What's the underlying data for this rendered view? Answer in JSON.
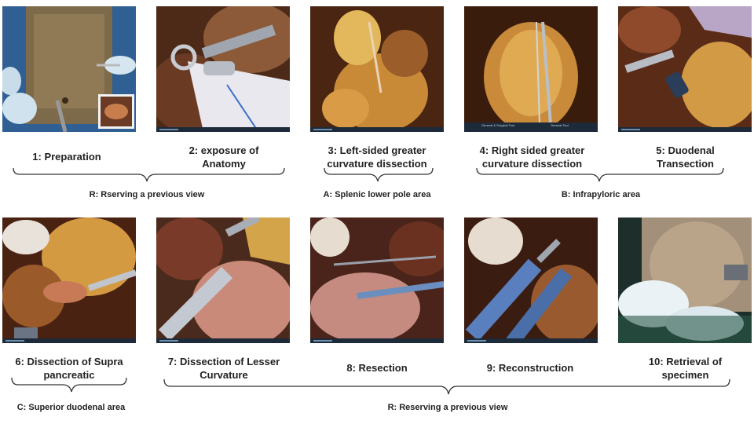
{
  "phases": [
    {
      "label": "1: Preparation"
    },
    {
      "label": "2: exposure of Anatomy"
    },
    {
      "label": "3: Left-sided greater curvature dissection"
    },
    {
      "label": "4: Right sided greater curvature dissection"
    },
    {
      "label": "5: Duodenal Transection"
    },
    {
      "label": "6: Dissection of Supra pancreatic"
    },
    {
      "label": "7: Dissection of Lesser Curvature"
    },
    {
      "label": "8: Resection"
    },
    {
      "label": "9: Reconstruction"
    },
    {
      "label": "10: Retrieval of specimen"
    }
  ],
  "groups": [
    {
      "caption": "R: Rserving a previous view"
    },
    {
      "caption": "A: Splenic lower pole area"
    },
    {
      "caption": "B: Infrapyloric area"
    },
    {
      "caption": "C: Superior duodenal area"
    },
    {
      "caption": "R: Reserving a previous view"
    }
  ],
  "frame_overlays": {
    "thumb4_left": "General & Surgical Tool",
    "thumb4_right": "General Tool"
  }
}
